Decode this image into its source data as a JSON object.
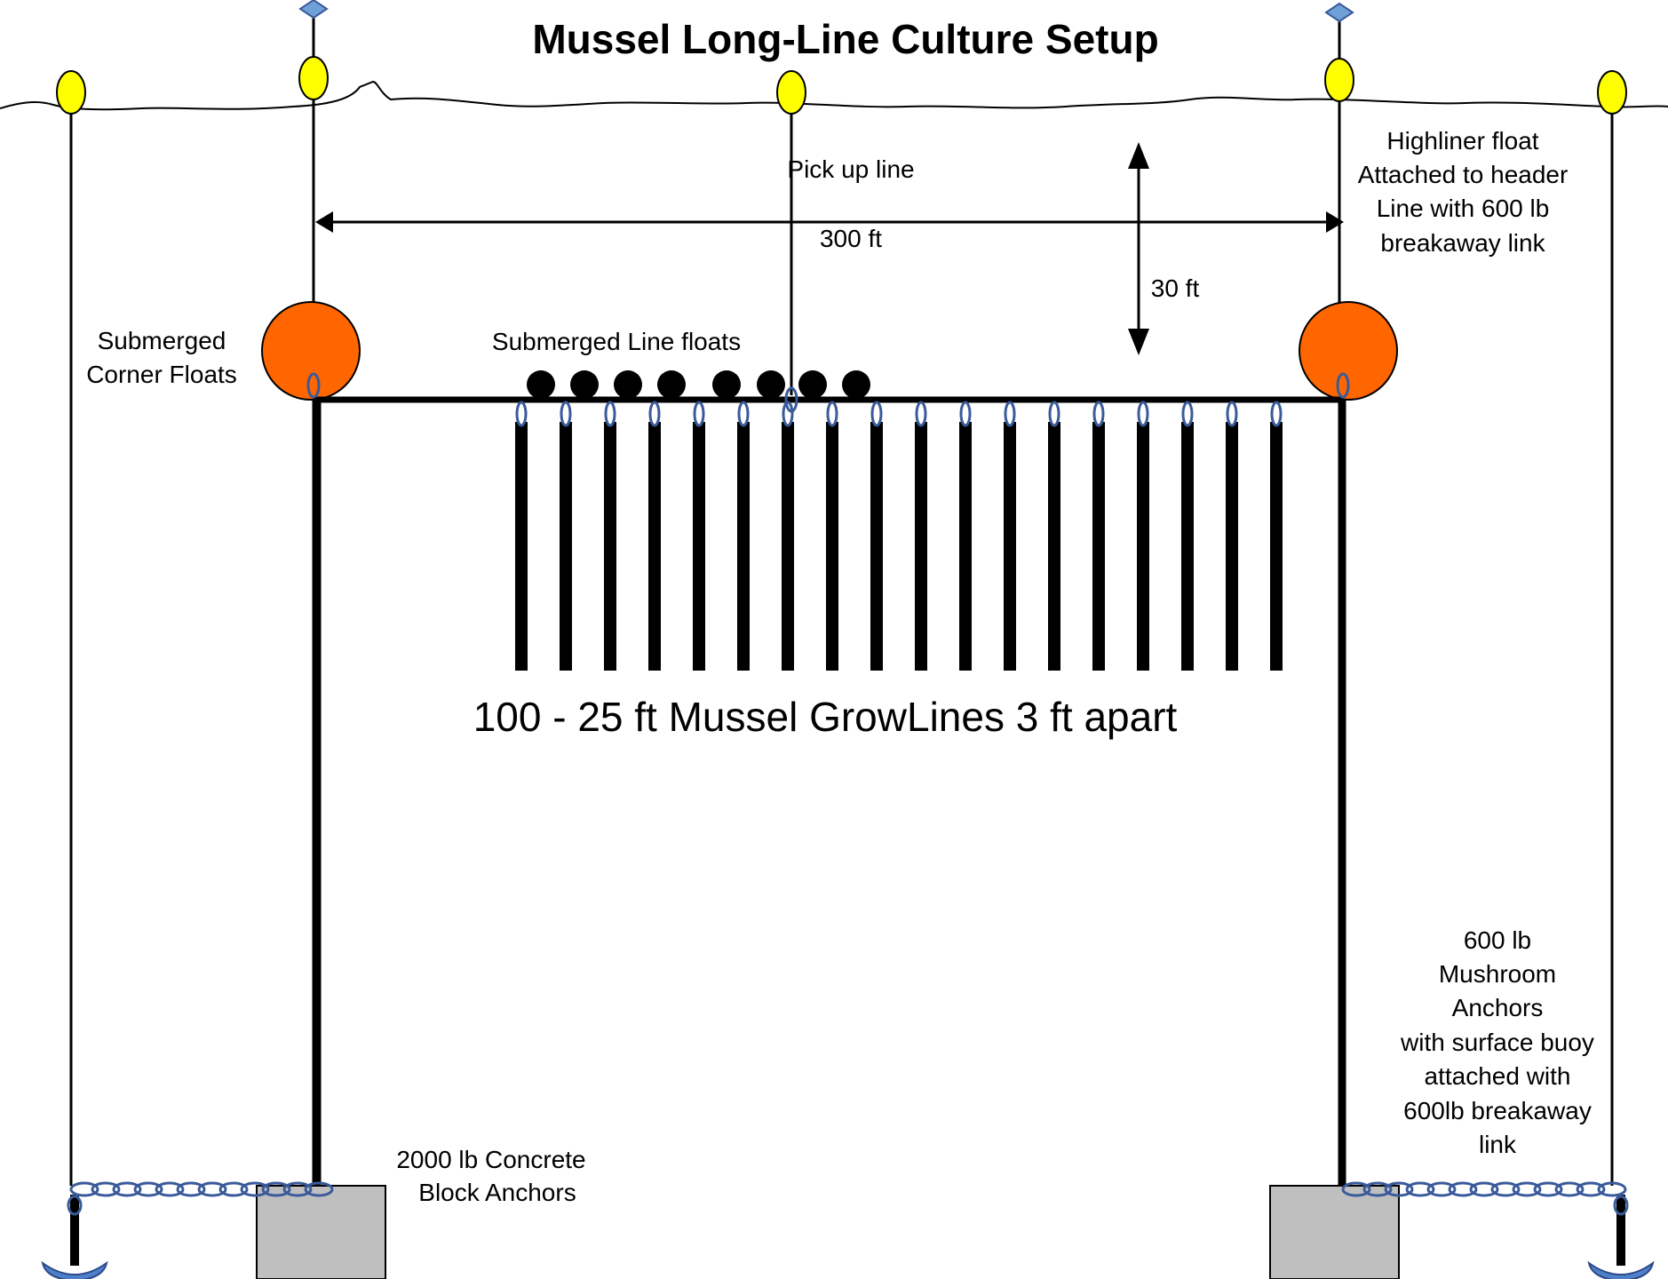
{
  "title": "Mussel Long-Line Culture Setup",
  "labels": {
    "pick_up_line": "Pick up  line",
    "span": "300 ft",
    "depth": "30 ft",
    "highliner": [
      "Highliner float",
      "Attached to header",
      "Line with 600 lb",
      "breakaway link"
    ],
    "corner_floats": [
      "Submerged",
      "Corner Floats"
    ],
    "line_floats": "Submerged Line floats",
    "grow_lines": "100 - 25 ft Mussel GrowLines 3 ft apart",
    "block_anchors": [
      "2000 lb Concrete",
      "Block Anchors"
    ],
    "mushroom_anchors": [
      "600 lb",
      "Mushroom",
      "Anchors",
      "with surface buoy",
      "attached with",
      "600lb breakaway",
      "link"
    ]
  },
  "colors": {
    "surface_buoy": "#ffff00",
    "corner_float": "#ff6600",
    "line_float": "#000000",
    "anchor_block": "#bfbfbf",
    "hardware": "#3a5a9a",
    "line": "#000000"
  }
}
